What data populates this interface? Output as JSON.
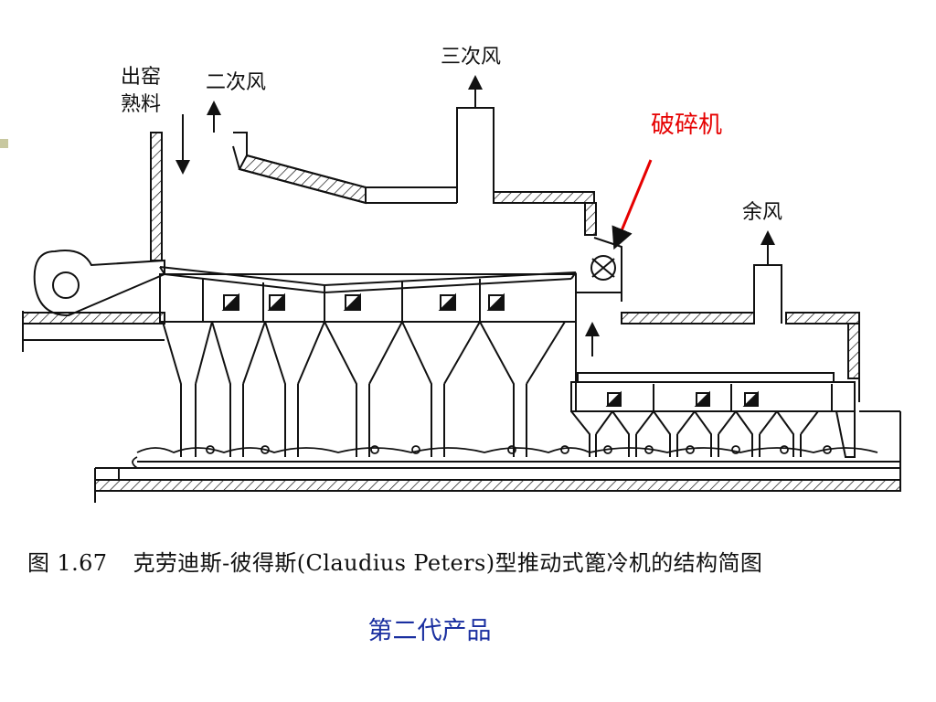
{
  "labels": {
    "discharge_line1": "出窑",
    "discharge_line2": "熟料",
    "secondary_air": "二次风",
    "tertiary_air": "三次风",
    "crusher": "破碎机",
    "excess_air": "余风"
  },
  "caption": {
    "figure_number": "图 1.67",
    "text": "克劳迪斯-彼得斯(Claudius Peters)型推动式篦冷机的结构简图"
  },
  "subtitle": "第二代产品",
  "colors": {
    "line": "#111111",
    "crusher_label": "#e60000",
    "subtitle": "#1a2fa0"
  }
}
